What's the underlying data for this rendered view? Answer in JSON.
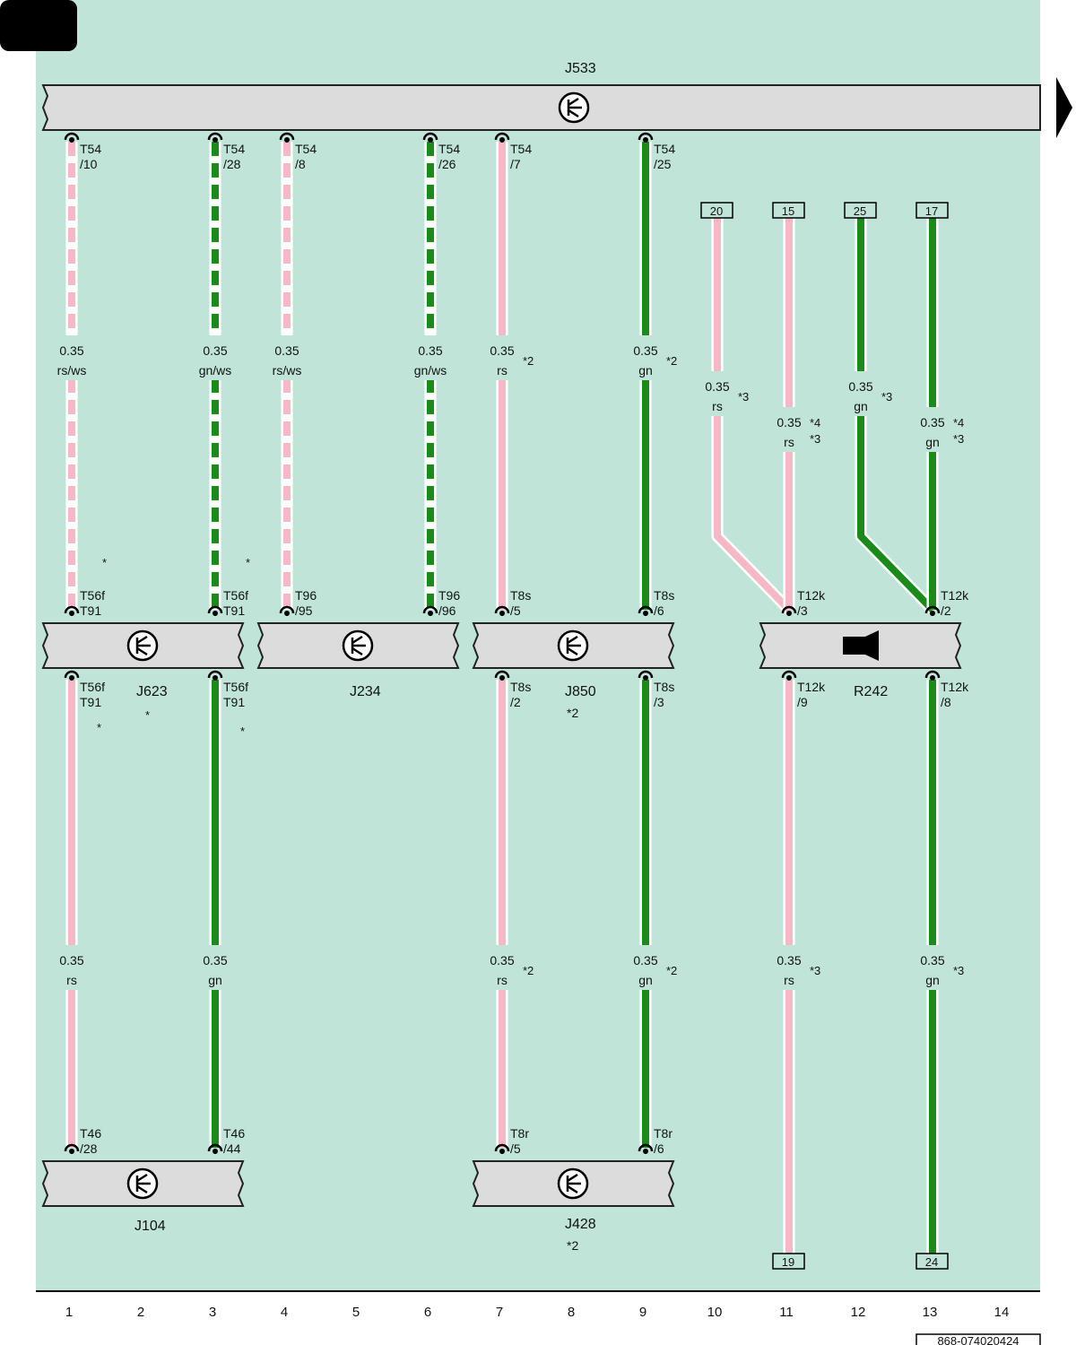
{
  "page": {
    "background_color": "#c0e5d8",
    "code": "868-074020424"
  },
  "colors": {
    "rs": "#f7b8c6",
    "gn": "#1a8a1a",
    "ws": "#ffffff",
    "component_fill": "#dcdcdc"
  },
  "columns": [
    "1",
    "2",
    "3",
    "4",
    "5",
    "6",
    "7",
    "8",
    "9",
    "10",
    "11",
    "12",
    "13",
    "14"
  ],
  "components": [
    {
      "id": "J533",
      "label": "J533",
      "icon": "control-unit-icon"
    },
    {
      "id": "J623",
      "label": "J623",
      "icon": "control-unit-icon"
    },
    {
      "id": "J234",
      "label": "J234",
      "icon": "control-unit-icon"
    },
    {
      "id": "J850",
      "label": "J850",
      "note": "*2",
      "icon": "control-unit-icon"
    },
    {
      "id": "R242",
      "label": "R242",
      "icon": "speaker-icon"
    },
    {
      "id": "J104",
      "label": "J104",
      "icon": "control-unit-icon"
    },
    {
      "id": "J428",
      "label": "J428",
      "note": "*2",
      "icon": "control-unit-icon"
    }
  ],
  "ref_boxes": [
    {
      "id": "r20",
      "label": "20"
    },
    {
      "id": "r15",
      "label": "15"
    },
    {
      "id": "r25",
      "label": "25"
    },
    {
      "id": "r17",
      "label": "17"
    },
    {
      "id": "r19",
      "label": "19"
    },
    {
      "id": "r24",
      "label": "24"
    }
  ],
  "connectors": [
    {
      "id": "c1",
      "l1": "T54",
      "l2": "/10"
    },
    {
      "id": "c2",
      "l1": "T54",
      "l2": "/28"
    },
    {
      "id": "c3",
      "l1": "T54",
      "l2": "/8"
    },
    {
      "id": "c4",
      "l1": "T54",
      "l2": "/26"
    },
    {
      "id": "c5",
      "l1": "T54",
      "l2": "/7"
    },
    {
      "id": "c6",
      "l1": "T54",
      "l2": "/25"
    },
    {
      "id": "c7",
      "l1": "T56f",
      "l2": "T91"
    },
    {
      "id": "c8",
      "l1": "T56f",
      "l2": "T91"
    },
    {
      "id": "c9",
      "l1": "T96",
      "l2": "/95"
    },
    {
      "id": "c10",
      "l1": "T96",
      "l2": "/96"
    },
    {
      "id": "c11",
      "l1": "T8s",
      "l2": "/5"
    },
    {
      "id": "c12",
      "l1": "T8s",
      "l2": "/6"
    },
    {
      "id": "c13",
      "l1": "T12k",
      "l2": "/3"
    },
    {
      "id": "c14",
      "l1": "T12k",
      "l2": "/2"
    },
    {
      "id": "c15",
      "l1": "T56f",
      "l2": "T91"
    },
    {
      "id": "c16",
      "l1": "T56f",
      "l2": "T91"
    },
    {
      "id": "c17",
      "l1": "T8s",
      "l2": "/2"
    },
    {
      "id": "c18",
      "l1": "T8s",
      "l2": "/3"
    },
    {
      "id": "c19",
      "l1": "T12k",
      "l2": "/9"
    },
    {
      "id": "c20",
      "l1": "T12k",
      "l2": "/8"
    },
    {
      "id": "c21",
      "l1": "T46",
      "l2": "/28"
    },
    {
      "id": "c22",
      "l1": "T46",
      "l2": "/44"
    },
    {
      "id": "c23",
      "l1": "T8r",
      "l2": "/5"
    },
    {
      "id": "c24",
      "l1": "T8r",
      "l2": "/6"
    }
  ],
  "wire_labels": [
    {
      "id": "w1",
      "size": "0.35",
      "color": "rs/ws"
    },
    {
      "id": "w2",
      "size": "0.35",
      "color": "gn/ws"
    },
    {
      "id": "w3",
      "size": "0.35",
      "color": "rs/ws"
    },
    {
      "id": "w4",
      "size": "0.35",
      "color": "gn/ws"
    },
    {
      "id": "w5",
      "size": "0.35",
      "color": "rs",
      "note": "*2"
    },
    {
      "id": "w6",
      "size": "0.35",
      "color": "gn",
      "note": "*2"
    },
    {
      "id": "w7",
      "size": "0.35",
      "color": "rs",
      "note": "*3"
    },
    {
      "id": "w8",
      "size": "0.35",
      "color": "rs",
      "note": "*4",
      "note2": "*3"
    },
    {
      "id": "w9",
      "size": "0.35",
      "color": "gn",
      "note": "*3"
    },
    {
      "id": "w10",
      "size": "0.35",
      "color": "gn",
      "note": "*4",
      "note2": "*3"
    },
    {
      "id": "w11",
      "size": "0.35",
      "color": "rs"
    },
    {
      "id": "w12",
      "size": "0.35",
      "color": "gn"
    },
    {
      "id": "w13",
      "size": "0.35",
      "color": "rs",
      "note": "*2"
    },
    {
      "id": "w14",
      "size": "0.35",
      "color": "gn",
      "note": "*2"
    },
    {
      "id": "w15",
      "size": "0.35",
      "color": "rs",
      "note": "*3"
    },
    {
      "id": "w16",
      "size": "0.35",
      "color": "gn",
      "note": "*3"
    }
  ],
  "footnotes": [
    "*",
    "*",
    "*",
    "*",
    "*"
  ]
}
